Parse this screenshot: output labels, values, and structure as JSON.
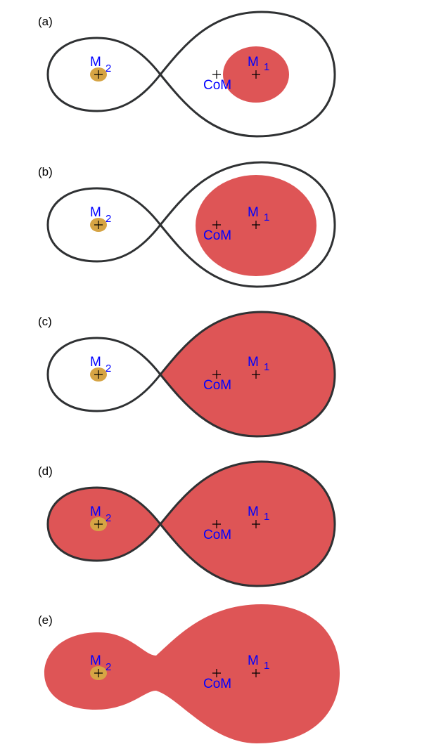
{
  "colors": {
    "star": "#de5556",
    "companion": "#d6a444",
    "outline": "#2f3133",
    "label": "#0000ff"
  },
  "labels": {
    "mass": "M",
    "primary_sub": "1",
    "secondary_sub": "2",
    "com": "CoM"
  },
  "panels": [
    {
      "tag": "(a)",
      "state": "detached-small"
    },
    {
      "tag": "(b)",
      "state": "detached-large"
    },
    {
      "tag": "(c)",
      "state": "semi-detached"
    },
    {
      "tag": "(d)",
      "state": "contact"
    },
    {
      "tag": "(e)",
      "state": "common-envelope"
    }
  ]
}
